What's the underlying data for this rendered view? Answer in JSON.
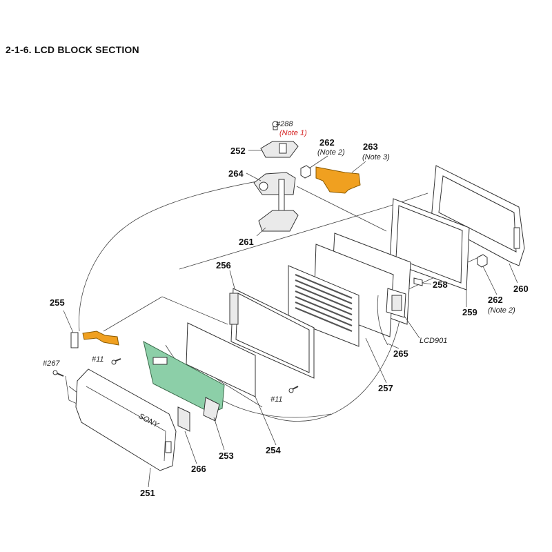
{
  "title": "2-1-6. LCD BLOCK SECTION",
  "callouts": {
    "p251": "251",
    "p252": "252",
    "p253": "253",
    "p254": "254",
    "p255": "255",
    "p256": "256",
    "p257": "257",
    "p258": "258",
    "p259": "259",
    "p260": "260",
    "p261": "261",
    "p262a": "262",
    "p262b": "262",
    "p263": "263",
    "p264": "264",
    "p265": "265",
    "p266": "266",
    "s288": "#288",
    "s267": "#267",
    "s11a": "#11",
    "s11b": "#11",
    "lcd901": "LCD901"
  },
  "notes": {
    "note1": "(Note 1)",
    "note2a": "(Note 2)",
    "note2b": "(Note 2)",
    "note3": "(Note 3)"
  },
  "logo_text": "SONY",
  "colors": {
    "highlight": "#f0a020",
    "board": "#8ccfa8",
    "note_red": "#d42020"
  }
}
